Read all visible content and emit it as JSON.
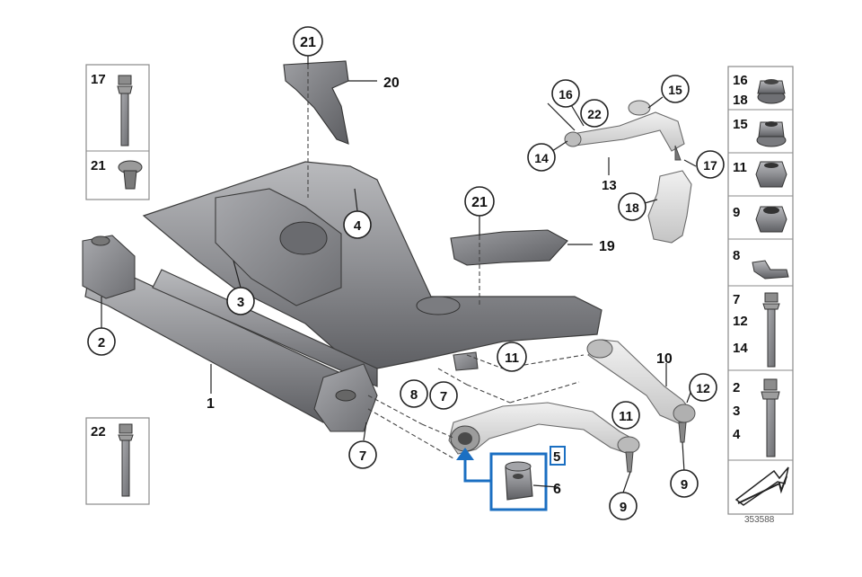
{
  "callouts": {
    "c1": "1",
    "c2": "2",
    "c3": "3",
    "c4": "4",
    "c5": "5",
    "c6": "6",
    "c7a": "7",
    "c7b": "7",
    "c8": "8",
    "c9a": "9",
    "c9b": "9",
    "c10": "10",
    "c11a": "11",
    "c11b": "11",
    "c12": "12",
    "c13": "13",
    "c14": "14",
    "c15": "15",
    "c16": "16",
    "c17": "17",
    "c18": "18",
    "c19": "19",
    "c20": "20",
    "c21a": "21",
    "c21b": "21",
    "c22": "22"
  },
  "left_parts": {
    "p17": "17",
    "p21": "21",
    "p22": "22"
  },
  "right_parts": {
    "r1a": "16",
    "r1b": "18",
    "r2": "15",
    "r3": "11",
    "r4": "9",
    "r5": "8",
    "r6a": "7",
    "r6b": "12",
    "r6c": "14",
    "r7a": "2",
    "r7b": "3",
    "r7c": "4"
  },
  "image_id": "353588",
  "colors": {
    "highlight": "#1b6fc2",
    "metal": "#8e8f93",
    "outline": "#222222"
  }
}
